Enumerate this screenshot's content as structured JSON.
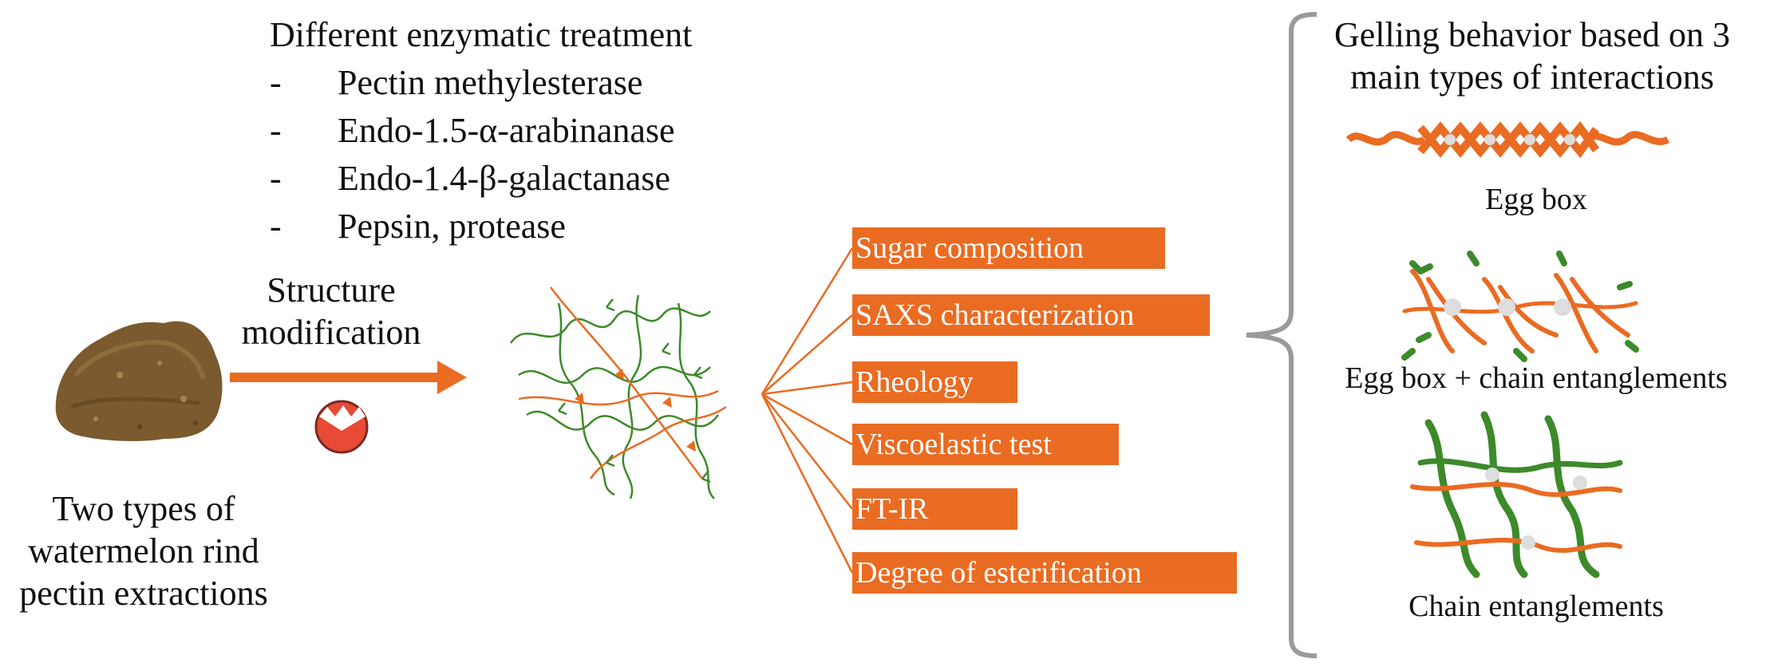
{
  "treatment": {
    "title": "Different enzymatic treatment",
    "dash": "-",
    "items": [
      "Pectin methylesterase",
      "Endo-1.5-α-arabinanase",
      "Endo-1.4-β-galactanase",
      "Pepsin, protease"
    ]
  },
  "process": {
    "line1": "Structure",
    "line2": "modification"
  },
  "source": {
    "line1": "Two types of",
    "line2": "watermelon rind",
    "line3": "pectin extractions"
  },
  "analyses": [
    "Sugar composition",
    "SAXS characterization",
    "Rheology",
    "Viscoelastic test",
    "FT-IR",
    "Degree of esterification"
  ],
  "gelling": {
    "title_line1": "Gelling behavior based on 3",
    "title_line2": "main types of interactions",
    "types": [
      "Egg box",
      "Egg box + chain entanglements",
      "Chain entanglements"
    ]
  },
  "colors": {
    "orange": "#ea6b22",
    "green": "#3d8a2a",
    "brown": "#7a5a2e",
    "bracket": "#9a9a9a"
  }
}
